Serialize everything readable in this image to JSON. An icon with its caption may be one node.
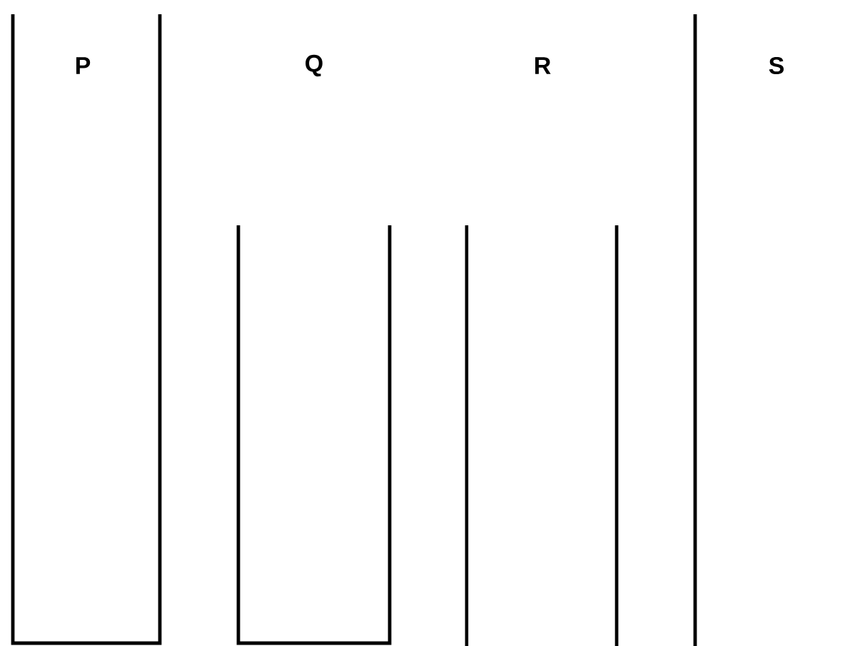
{
  "diagram": {
    "labels": [
      "P",
      "Q",
      "R",
      "S"
    ]
  }
}
